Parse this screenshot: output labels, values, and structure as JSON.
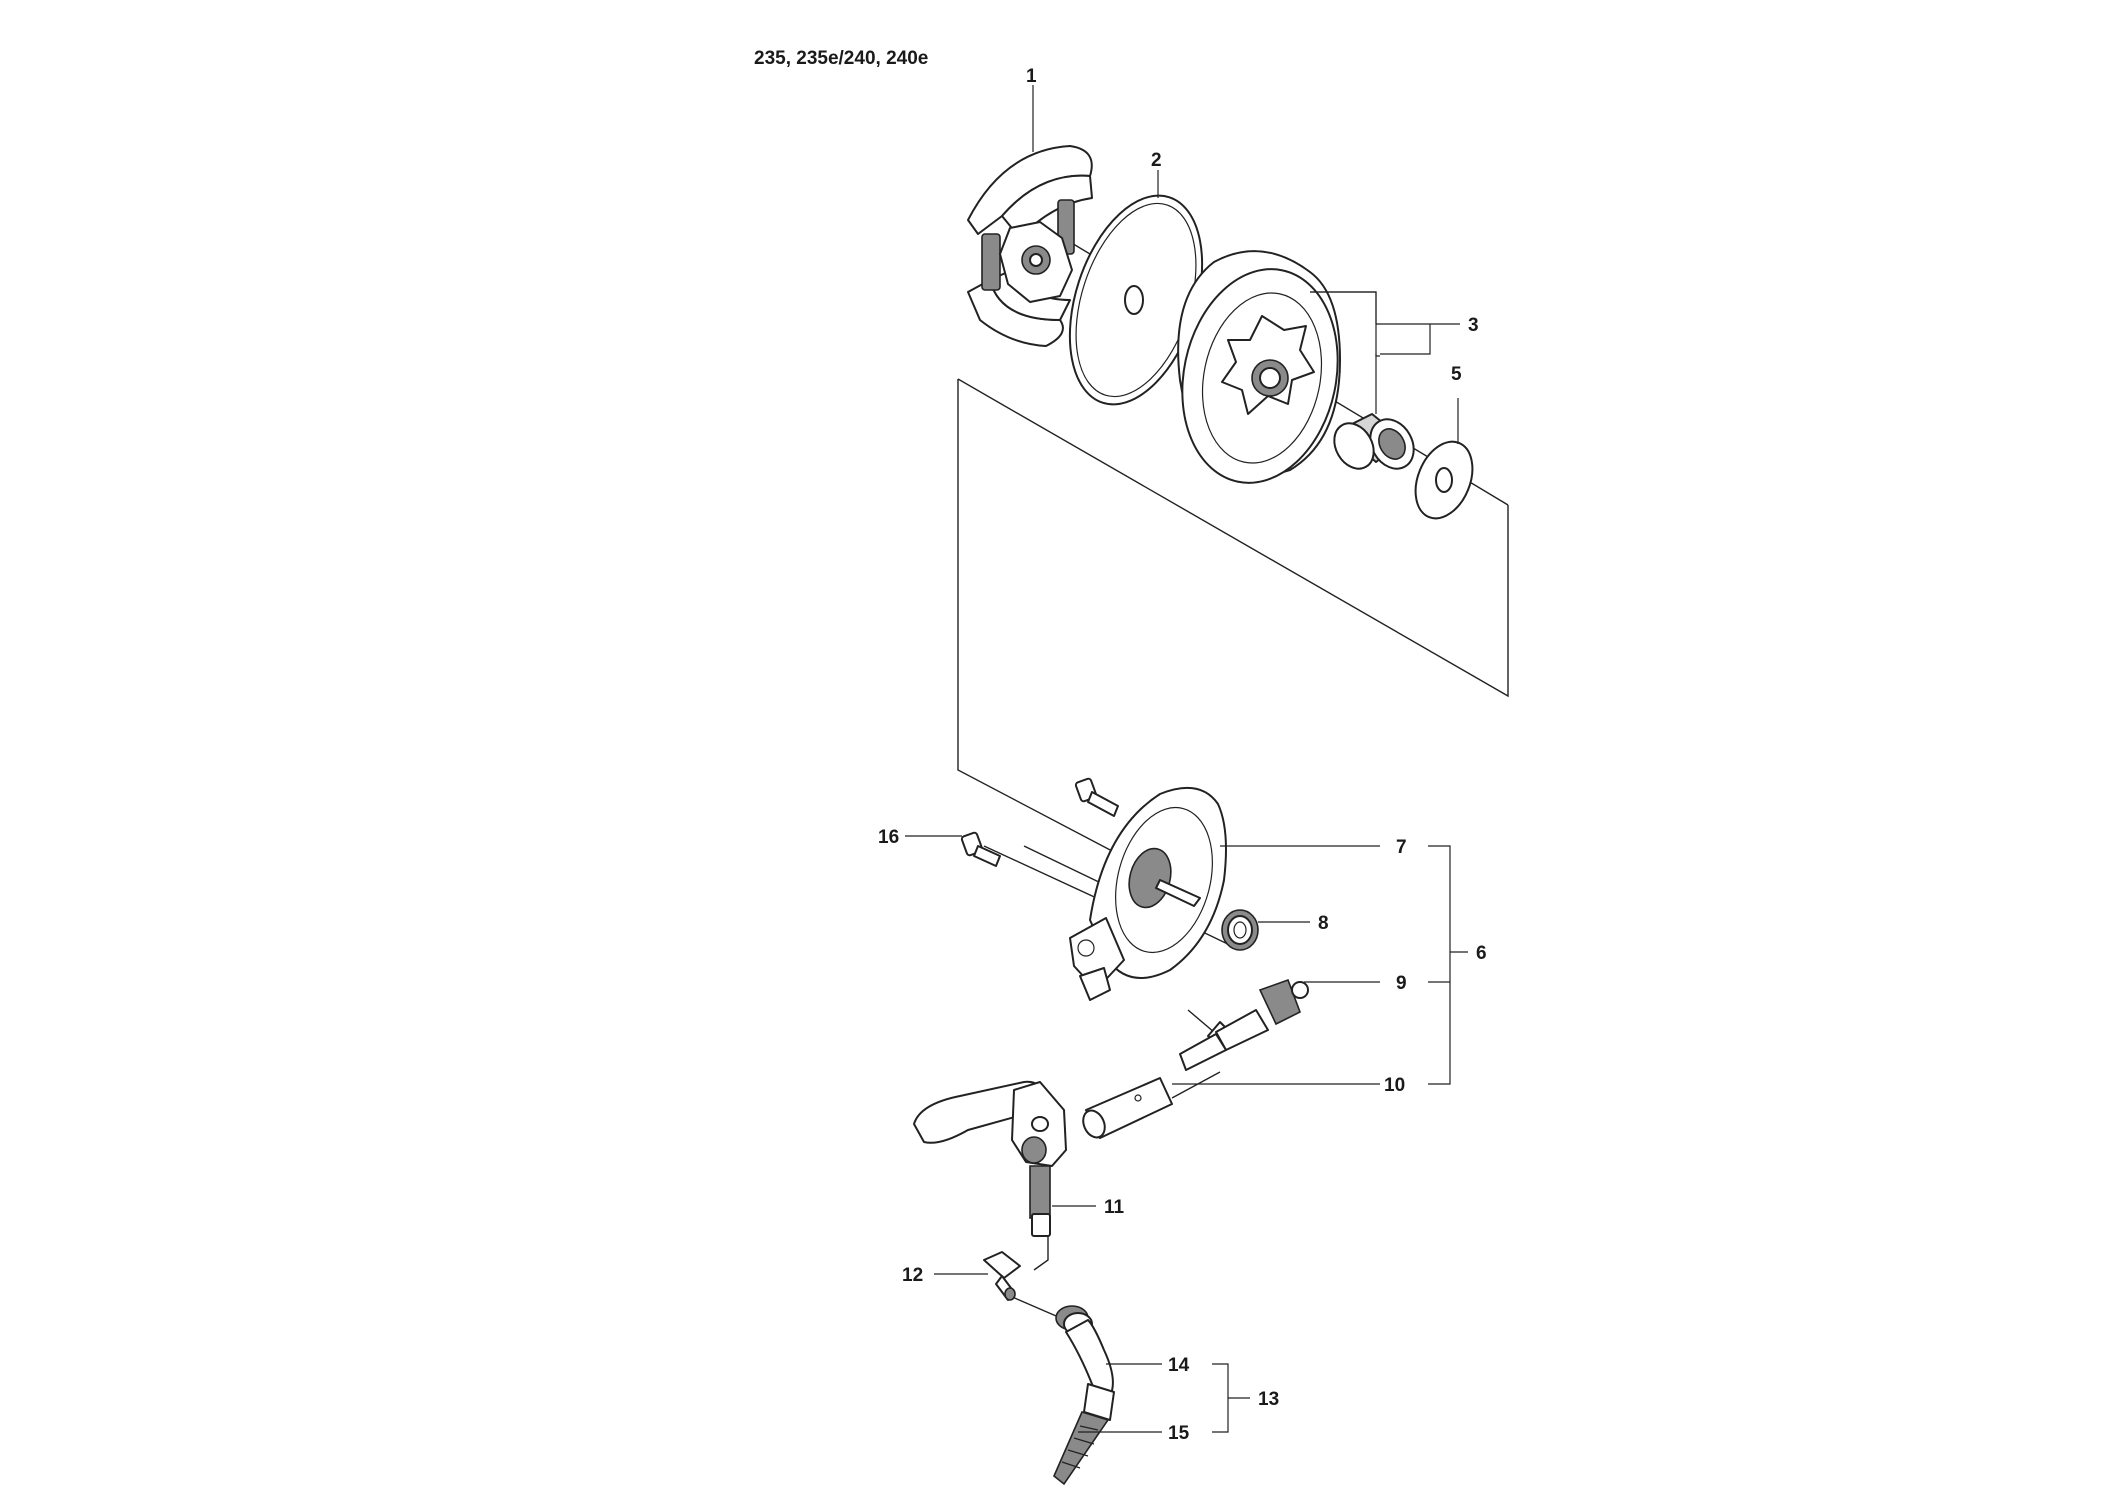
{
  "model_title": "235, 235e/240, 240e",
  "callouts": {
    "c1": "1",
    "c2": "2",
    "c3": "3",
    "c5": "5",
    "c6": "6",
    "c7": "7",
    "c8": "8",
    "c9": "9",
    "c10": "10",
    "c11": "11",
    "c12": "12",
    "c13": "13",
    "c14": "14",
    "c15": "15",
    "c16": "16"
  }
}
